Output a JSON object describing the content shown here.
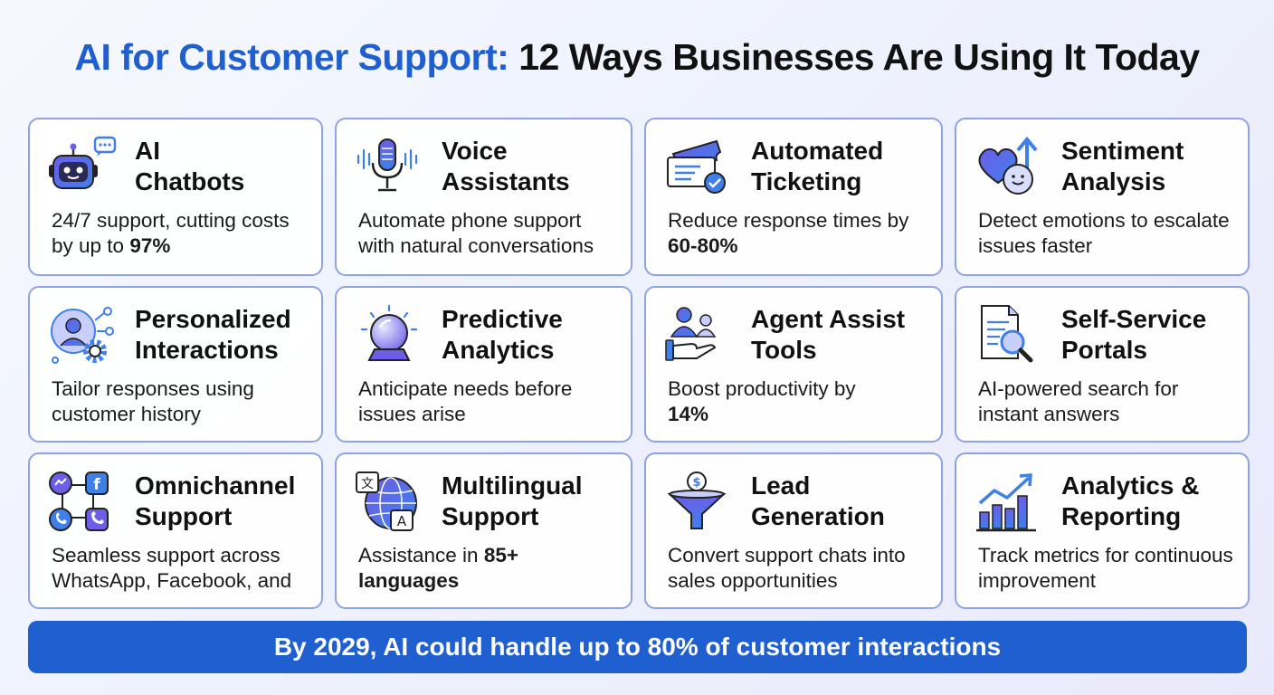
{
  "title": {
    "accent": "AI for Customer Support:",
    "rest": "12 Ways Businesses Are Using It Today"
  },
  "colors": {
    "accent": "#1f5fd0",
    "card_border": "#8ea3e6",
    "icon_purple": "#6d5ee8",
    "icon_blue": "#3f7fe8"
  },
  "cards": [
    {
      "icon": "robot-chat-icon",
      "title_l1": "AI",
      "title_l2": "Chatbots",
      "desc": "24/7 support, cutting costs by up to ",
      "highlight": "97%"
    },
    {
      "icon": "microphone-icon",
      "title_l1": "Voice",
      "title_l2": "Assistants",
      "desc": "Automate phone support with natural conversations",
      "highlight": ""
    },
    {
      "icon": "ticket-check-icon",
      "title_l1": "Automated",
      "title_l2": "Ticketing",
      "desc": "Reduce response times by ",
      "highlight": "60-80%"
    },
    {
      "icon": "heart-smile-icon",
      "title_l1": "Sentiment",
      "title_l2": "Analysis",
      "desc": "Detect emotions to escalate issues faster",
      "highlight": ""
    },
    {
      "icon": "user-gear-icon",
      "title_l1": "Personalized",
      "title_l2": "Interactions",
      "desc": "Tailor responses using customer history",
      "highlight": ""
    },
    {
      "icon": "crystal-ball-icon",
      "title_l1": "Predictive",
      "title_l2": "Analytics",
      "desc": "Anticipate needs before issues arise",
      "highlight": ""
    },
    {
      "icon": "agent-hand-icon",
      "title_l1": "Agent Assist",
      "title_l2": "Tools",
      "desc": "Boost productivity by ",
      "highlight": "14%"
    },
    {
      "icon": "document-search-icon",
      "title_l1": "Self-Service",
      "title_l2": "Portals",
      "desc": "AI-powered search for instant answers",
      "highlight": ""
    },
    {
      "icon": "omnichannel-icon",
      "title_l1": "Omnichannel",
      "title_l2": "Support",
      "desc": "Seamless support across WhatsApp, Facebook, and",
      "highlight": ""
    },
    {
      "icon": "globe-translate-icon",
      "title_l1": "Multilingual",
      "title_l2": "Support",
      "desc": "Assistance in ",
      "highlight": "85+ languages"
    },
    {
      "icon": "funnel-dollar-icon",
      "title_l1": "Lead",
      "title_l2": "Generation",
      "desc": "Convert support chats into sales opportunities",
      "highlight": ""
    },
    {
      "icon": "bar-chart-trend-icon",
      "title_l1": "Analytics &",
      "title_l2": "Reporting",
      "desc": "Track metrics for continuous improvement",
      "highlight": ""
    }
  ],
  "banner": "By 2029, AI could handle up to 80% of customer interactions"
}
